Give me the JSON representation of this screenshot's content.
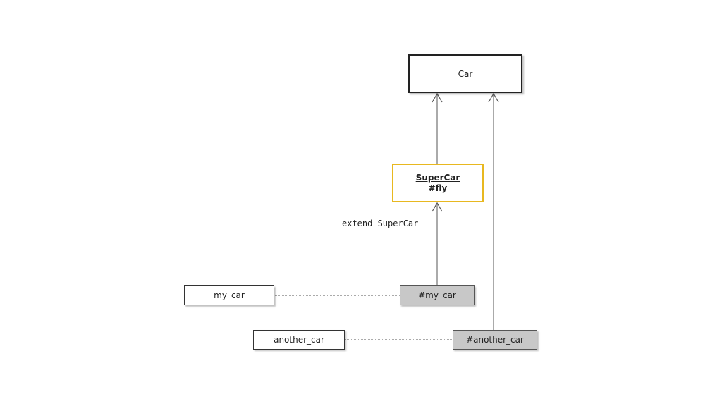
{
  "diagram": {
    "nodes": {
      "car": {
        "label": "Car"
      },
      "supercar": {
        "class_label": "SuperCar",
        "method_label": "#fly"
      },
      "my_car": {
        "label": "my_car"
      },
      "my_car_singleton": {
        "label": "#my_car"
      },
      "another_car": {
        "label": "another_car"
      },
      "another_car_singleton": {
        "label": "#another_car"
      }
    },
    "edges": {
      "extend_label": "extend SuperCar"
    },
    "colors": {
      "supercar_border": "#e8b820",
      "singleton_fill": "#c8c8c8",
      "line": "#555555"
    }
  }
}
